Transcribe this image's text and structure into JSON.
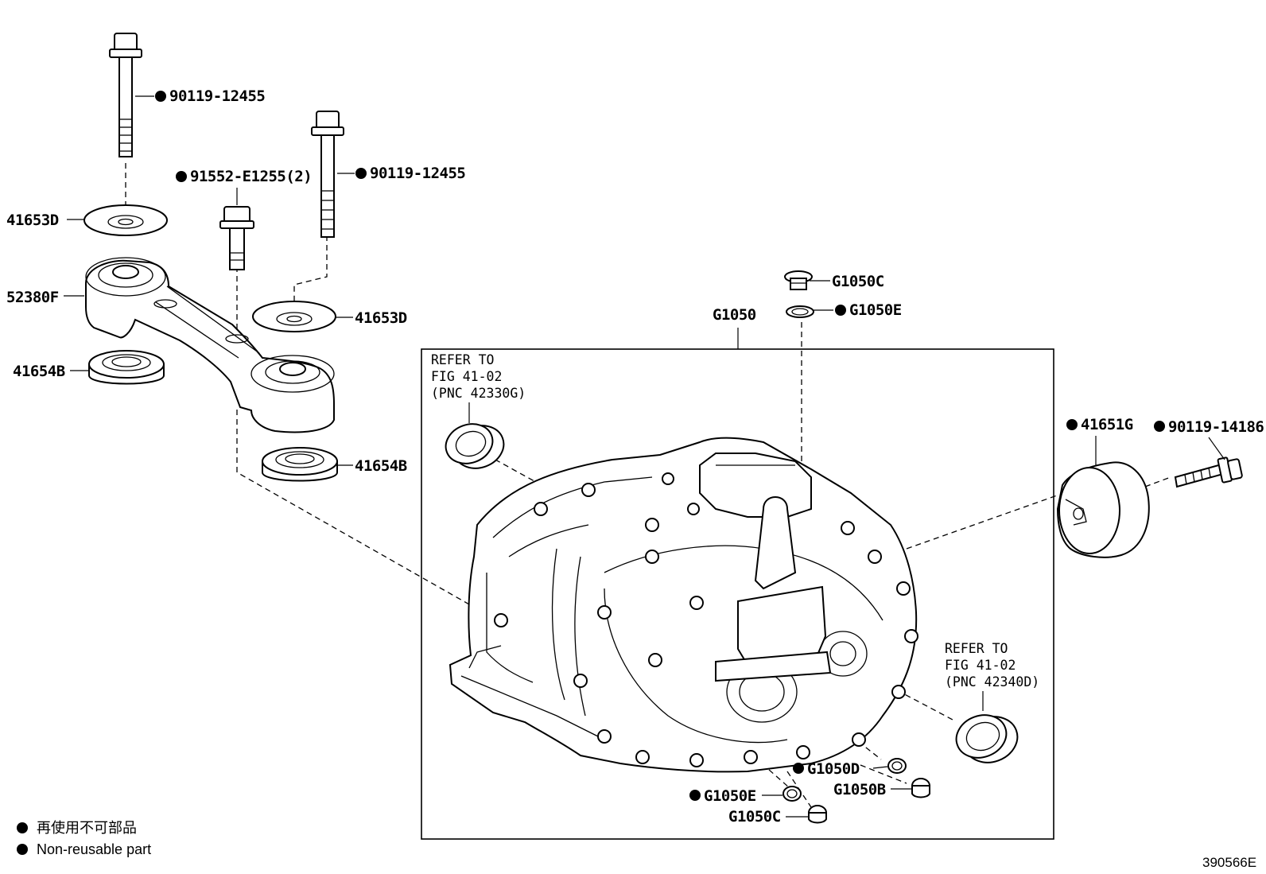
{
  "labels": {
    "bolt_top_left": "90119-12455",
    "bolt_mid": "90119-12455",
    "bolt_small": "91552-E1255(2)",
    "washer_top": "41653D",
    "washer_mid": "41653D",
    "bracket": "52380F",
    "cushion_left": "41654B",
    "cushion_right": "41654B",
    "assembly": "G1050",
    "plug_top": "G1050C",
    "gasket_top": "G1050E",
    "mount": "41651G",
    "bolt_right": "90119-14186",
    "gasket_d": "G1050D",
    "plug_b": "G1050B",
    "gasket_e_bottom": "G1050E",
    "plug_c_bottom": "G1050C"
  },
  "references": {
    "left": [
      "REFER TO",
      "FIG 41-02",
      "(PNC 42330G)"
    ],
    "right": [
      "REFER TO",
      "FIG 41-02",
      "(PNC 42340D)"
    ]
  },
  "legend": {
    "jp": "再使用不可部品",
    "en": "Non-reusable part"
  },
  "drawing_code": "390566E"
}
